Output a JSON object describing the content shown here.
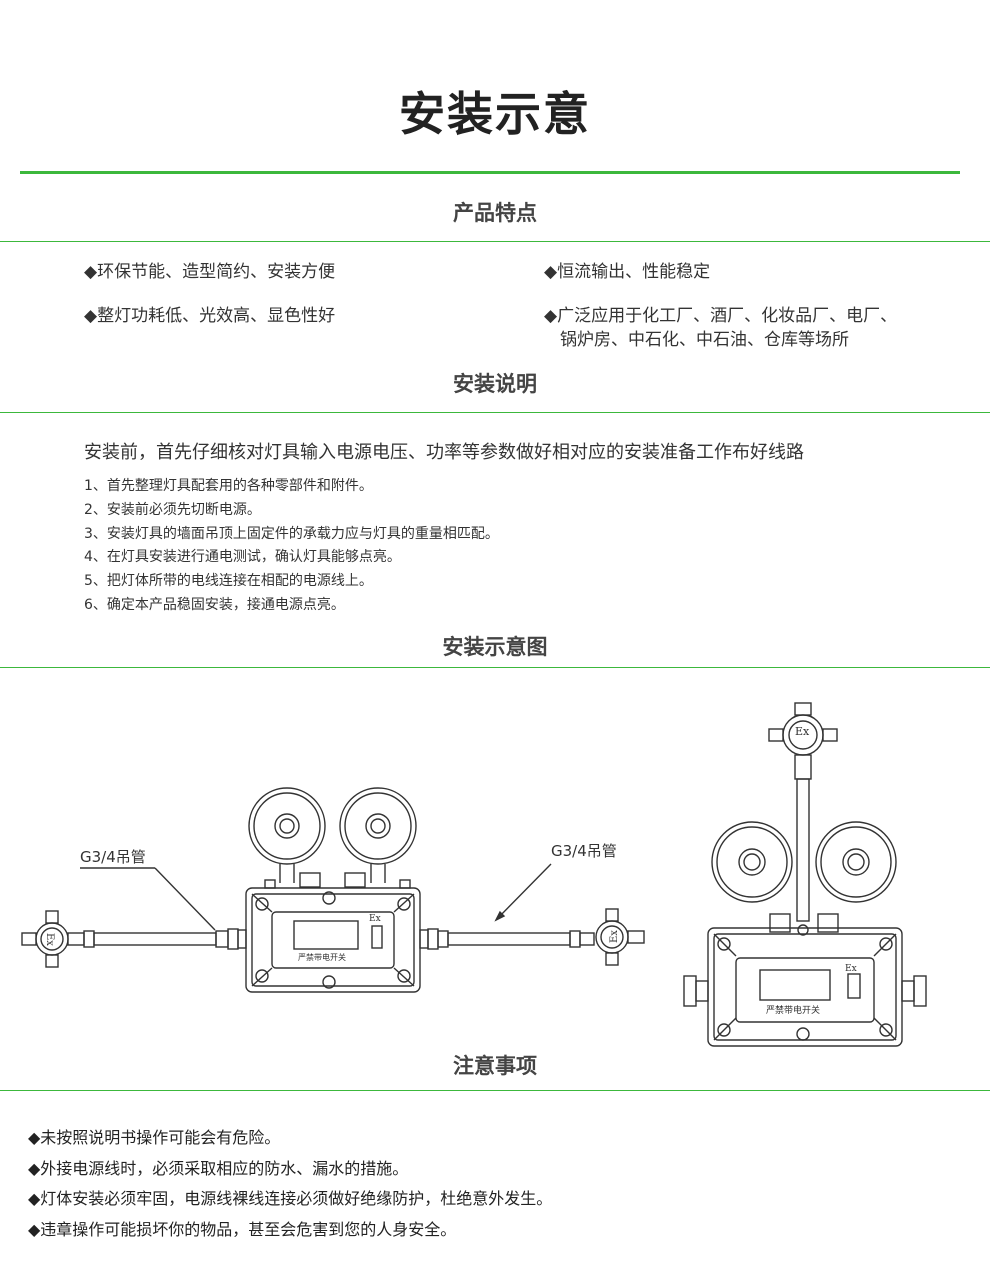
{
  "page": {
    "title": "安装示意"
  },
  "features": {
    "title": "产品特点",
    "items": [
      "◆环保节能、造型简约、安装方便",
      "◆恒流输出、性能稳定",
      "◆整灯功耗低、光效高、显色性好",
      "◆广泛应用于化工厂、酒厂、化妆品厂、电厂、",
      "锅炉房、中石化、中石油、仓库等场所"
    ]
  },
  "instructions": {
    "title": "安装说明",
    "intro": "安装前，首先仔细核对灯具输入电源电压、功率等参数做好相对应的安装准备工作布好线路",
    "steps": [
      "1、首先整理灯具配套用的各种零部件和附件。",
      "2、安装前必须先切断电源。",
      "3、安装灯具的墙面吊顶上固定件的承载力应与灯具的重量相匹配。",
      "4、在灯具安装进行通电测试，确认灯具能够点亮。",
      "5、把灯体所带的电线连接在相配的电源线上。",
      "6、确定本产品稳固安装，接通电源点亮。"
    ]
  },
  "diagram": {
    "title": "安装示意图",
    "pipe_label_left": "G3/4吊管",
    "pipe_label_right": "G3/4吊管",
    "ex_mark": "Ex",
    "switch_warning": "严禁带电开关"
  },
  "notes": {
    "title": "注意事项",
    "items": [
      "◆未按照说明书操作可能会有危险。",
      "◆外接电源线时，必须采取相应的防水、漏水的措施。",
      "◆灯体安装必须牢固，电源线裸线连接必须做好绝缘防护，杜绝意外发生。",
      "◆违章操作可能损坏你的物品，甚至会危害到您的人身安全。"
    ]
  }
}
